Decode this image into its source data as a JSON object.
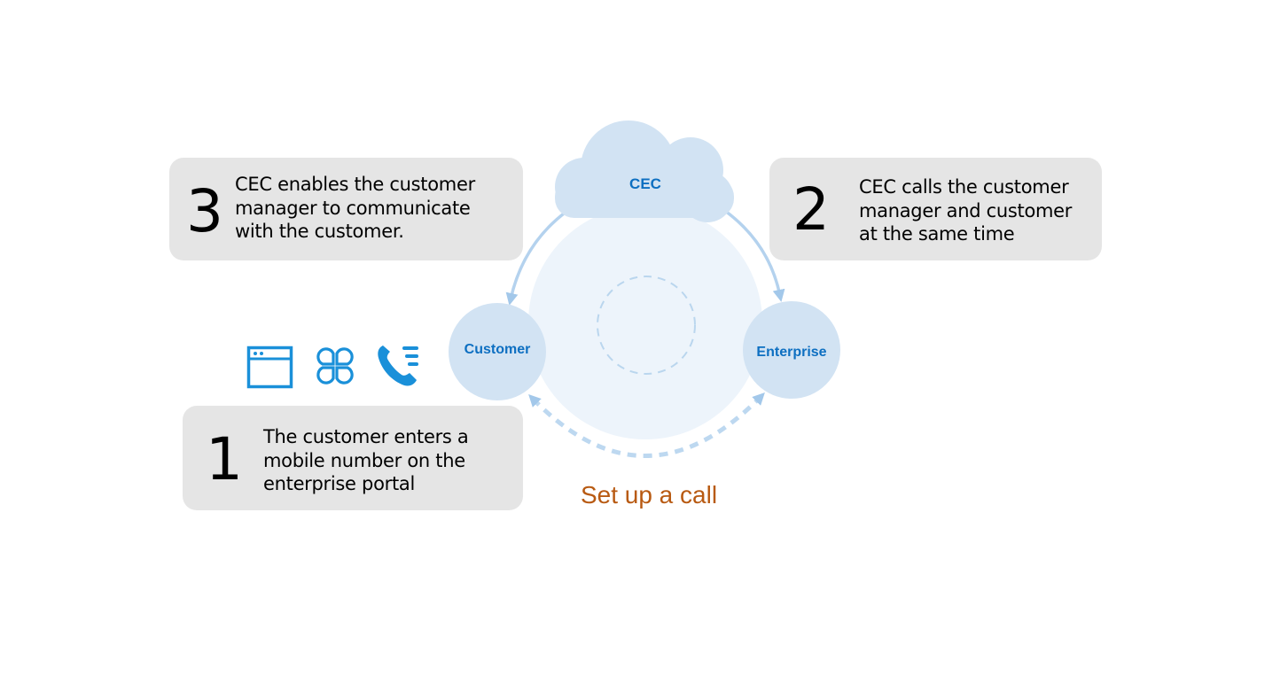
{
  "diagram": {
    "title": "Set up a call",
    "nodes": {
      "cec": {
        "label": "CEC",
        "shape": "cloud"
      },
      "customer": {
        "label": "Customer",
        "shape": "circle"
      },
      "enterprise": {
        "label": "Enterprise",
        "shape": "circle"
      }
    },
    "edges": [
      {
        "from": "cec",
        "to": "customer",
        "style": "solid-arrow"
      },
      {
        "from": "cec",
        "to": "enterprise",
        "style": "solid-arrow"
      },
      {
        "from": "customer",
        "to": "enterprise",
        "style": "dashed-bidirectional-arrow"
      }
    ],
    "steps": [
      {
        "number": "1",
        "text": "The customer enters a\nmobile number on the\nenterprise portal"
      },
      {
        "number": "2",
        "text": "CEC calls the customer\nmanager and customer\nat the same time"
      },
      {
        "number": "3",
        "text": "CEC enables the customer\nmanager to communicate\nwith the customer."
      }
    ],
    "channel_icons": [
      {
        "name": "web-portal-icon"
      },
      {
        "name": "app-icon"
      },
      {
        "name": "phone-call-icon"
      }
    ],
    "colors": {
      "node_fill": "#d2e3f3",
      "hub_fill": "#edf4fb",
      "arrow": "#a9cbea",
      "label_blue": "#0d6fc1",
      "icon_blue": "#1a90d9",
      "caption": "#b85a12",
      "box_fill": "#e5e5e5"
    }
  }
}
